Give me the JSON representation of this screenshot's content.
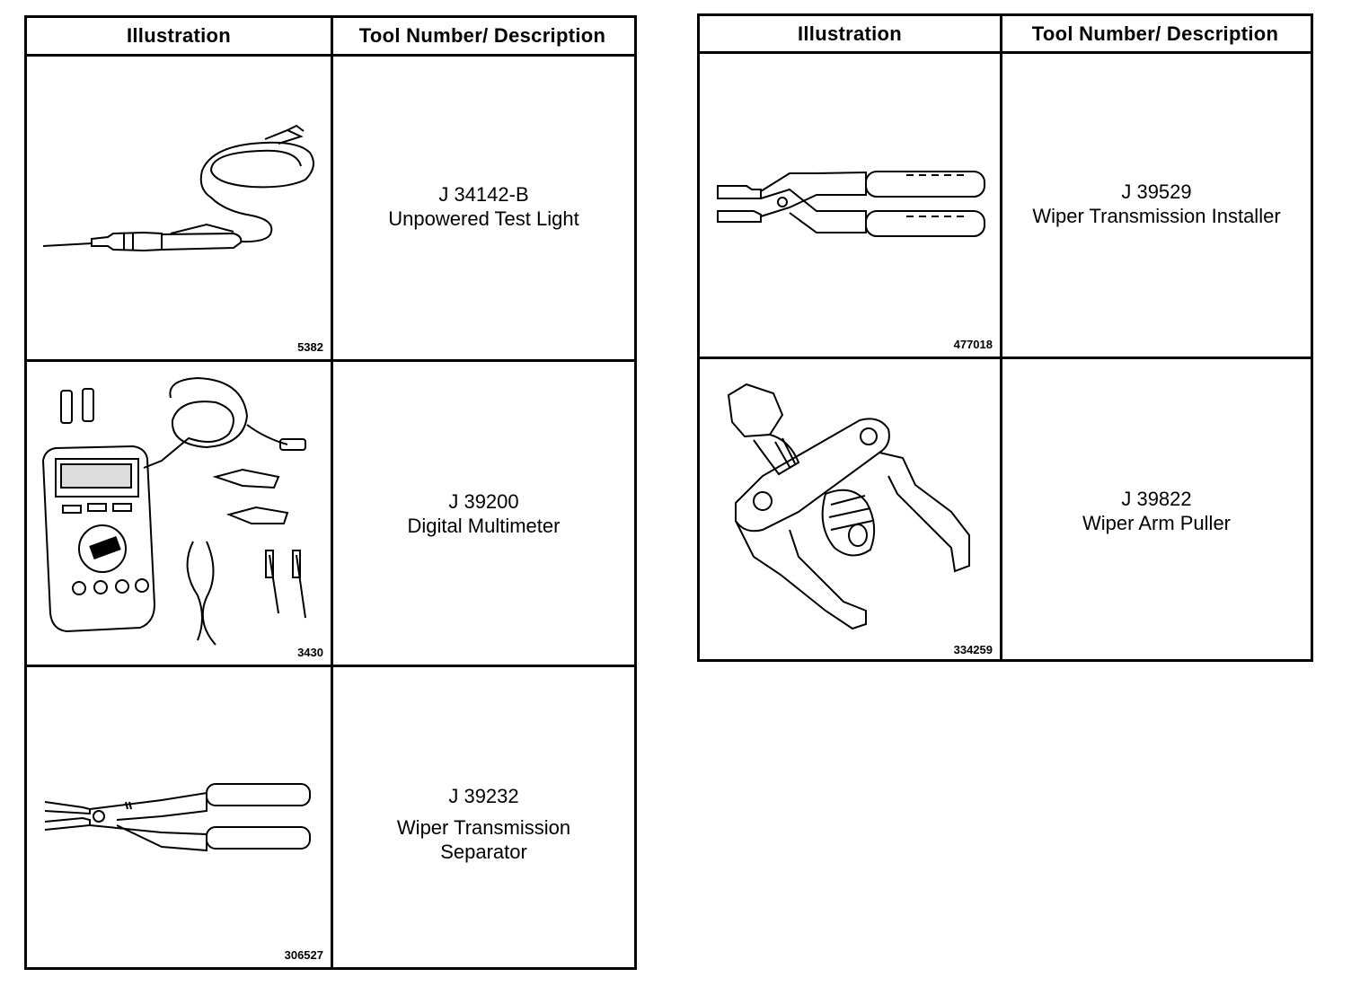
{
  "left_table": {
    "headers": {
      "illustration": "Illustration",
      "description": "Tool Number/ Description"
    },
    "rows": [
      {
        "figure": "5382",
        "tool_number": "J 34142-B",
        "description_lines": [
          "Unpowered Test Light"
        ],
        "icon": "test-light-icon"
      },
      {
        "figure": "3430",
        "tool_number": "J 39200",
        "description_lines": [
          "Digital Multimeter"
        ],
        "icon": "multimeter-icon"
      },
      {
        "figure": "306527",
        "tool_number": "J 39232",
        "description_lines": [
          "Wiper Transmission",
          "Separator"
        ],
        "icon": "separator-pliers-icon"
      }
    ]
  },
  "right_table": {
    "headers": {
      "illustration": "Illustration",
      "description": "Tool Number/ Description"
    },
    "rows": [
      {
        "figure": "477018",
        "tool_number": "J 39529",
        "description_lines": [
          "Wiper Transmission Installer"
        ],
        "icon": "installer-pliers-icon"
      },
      {
        "figure": "334259",
        "tool_number": "J 39822",
        "description_lines": [
          "Wiper Arm Puller"
        ],
        "icon": "arm-puller-icon"
      }
    ]
  }
}
